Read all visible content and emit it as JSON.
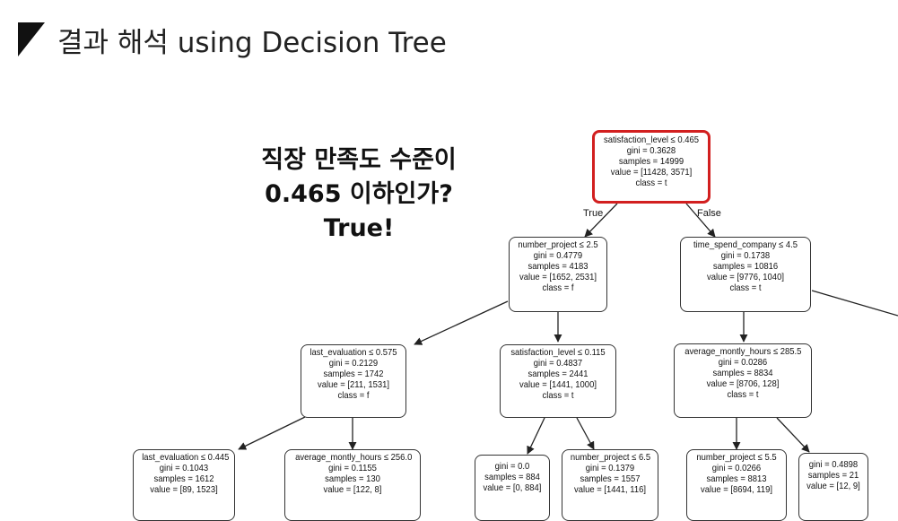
{
  "header": {
    "title": "결과 해석 using Decision Tree"
  },
  "question": {
    "line1": "직장 만족도 수준이",
    "line2": "0.465 이하인가?",
    "line3": "True!"
  },
  "edges": {
    "true_label": "True",
    "false_label": "False"
  },
  "nodes": {
    "root": {
      "split": "satisfaction_level ≤ 0.465",
      "gini": "gini = 0.3628",
      "samples": "samples = 14999",
      "value": "value = [11428, 3571]",
      "cls": "class = t"
    },
    "n1": {
      "split": "number_project ≤ 2.5",
      "gini": "gini = 0.4779",
      "samples": "samples = 4183",
      "value": "value = [1652, 2531]",
      "cls": "class = f"
    },
    "n2": {
      "split": "time_spend_company ≤ 4.5",
      "gini": "gini = 0.1738",
      "samples": "samples = 10816",
      "value": "value = [9776, 1040]",
      "cls": "class = t"
    },
    "n3": {
      "split": "last_evaluation ≤ 0.575",
      "gini": "gini = 0.2129",
      "samples": "samples = 1742",
      "value": "value = [211, 1531]",
      "cls": "class = f"
    },
    "n4": {
      "split": "satisfaction_level ≤ 0.115",
      "gini": "gini = 0.4837",
      "samples": "samples = 2441",
      "value": "value = [1441, 1000]",
      "cls": "class = t"
    },
    "n5": {
      "split": "average_montly_hours ≤ 285.5",
      "gini": "gini = 0.0286",
      "samples": "samples = 8834",
      "value": "value = [8706, 128]",
      "cls": "class = t"
    },
    "n6": {
      "split": "last_evaluation ≤ 0.445",
      "gini": "gini = 0.1043",
      "samples": "samples = 1612",
      "value": "value = [89, 1523]"
    },
    "n7": {
      "split": "average_montly_hours ≤ 256.0",
      "gini": "gini = 0.1155",
      "samples": "samples = 130",
      "value": "value = [122, 8]"
    },
    "n8": {
      "split": "gini = 0.0",
      "gini": "samples = 884",
      "samples": "value = [0, 884]"
    },
    "n9": {
      "split": "number_project ≤ 6.5",
      "gini": "gini = 0.1379",
      "samples": "samples = 1557",
      "value": "value = [1441, 116]"
    },
    "n10": {
      "split": "number_project ≤ 5.5",
      "gini": "gini = 0.0266",
      "samples": "samples = 8813",
      "value": "value = [8694, 119]"
    },
    "n11": {
      "split": "gini = 0.4898",
      "gini": "samples = 21",
      "samples": "value = [12, 9]"
    }
  }
}
